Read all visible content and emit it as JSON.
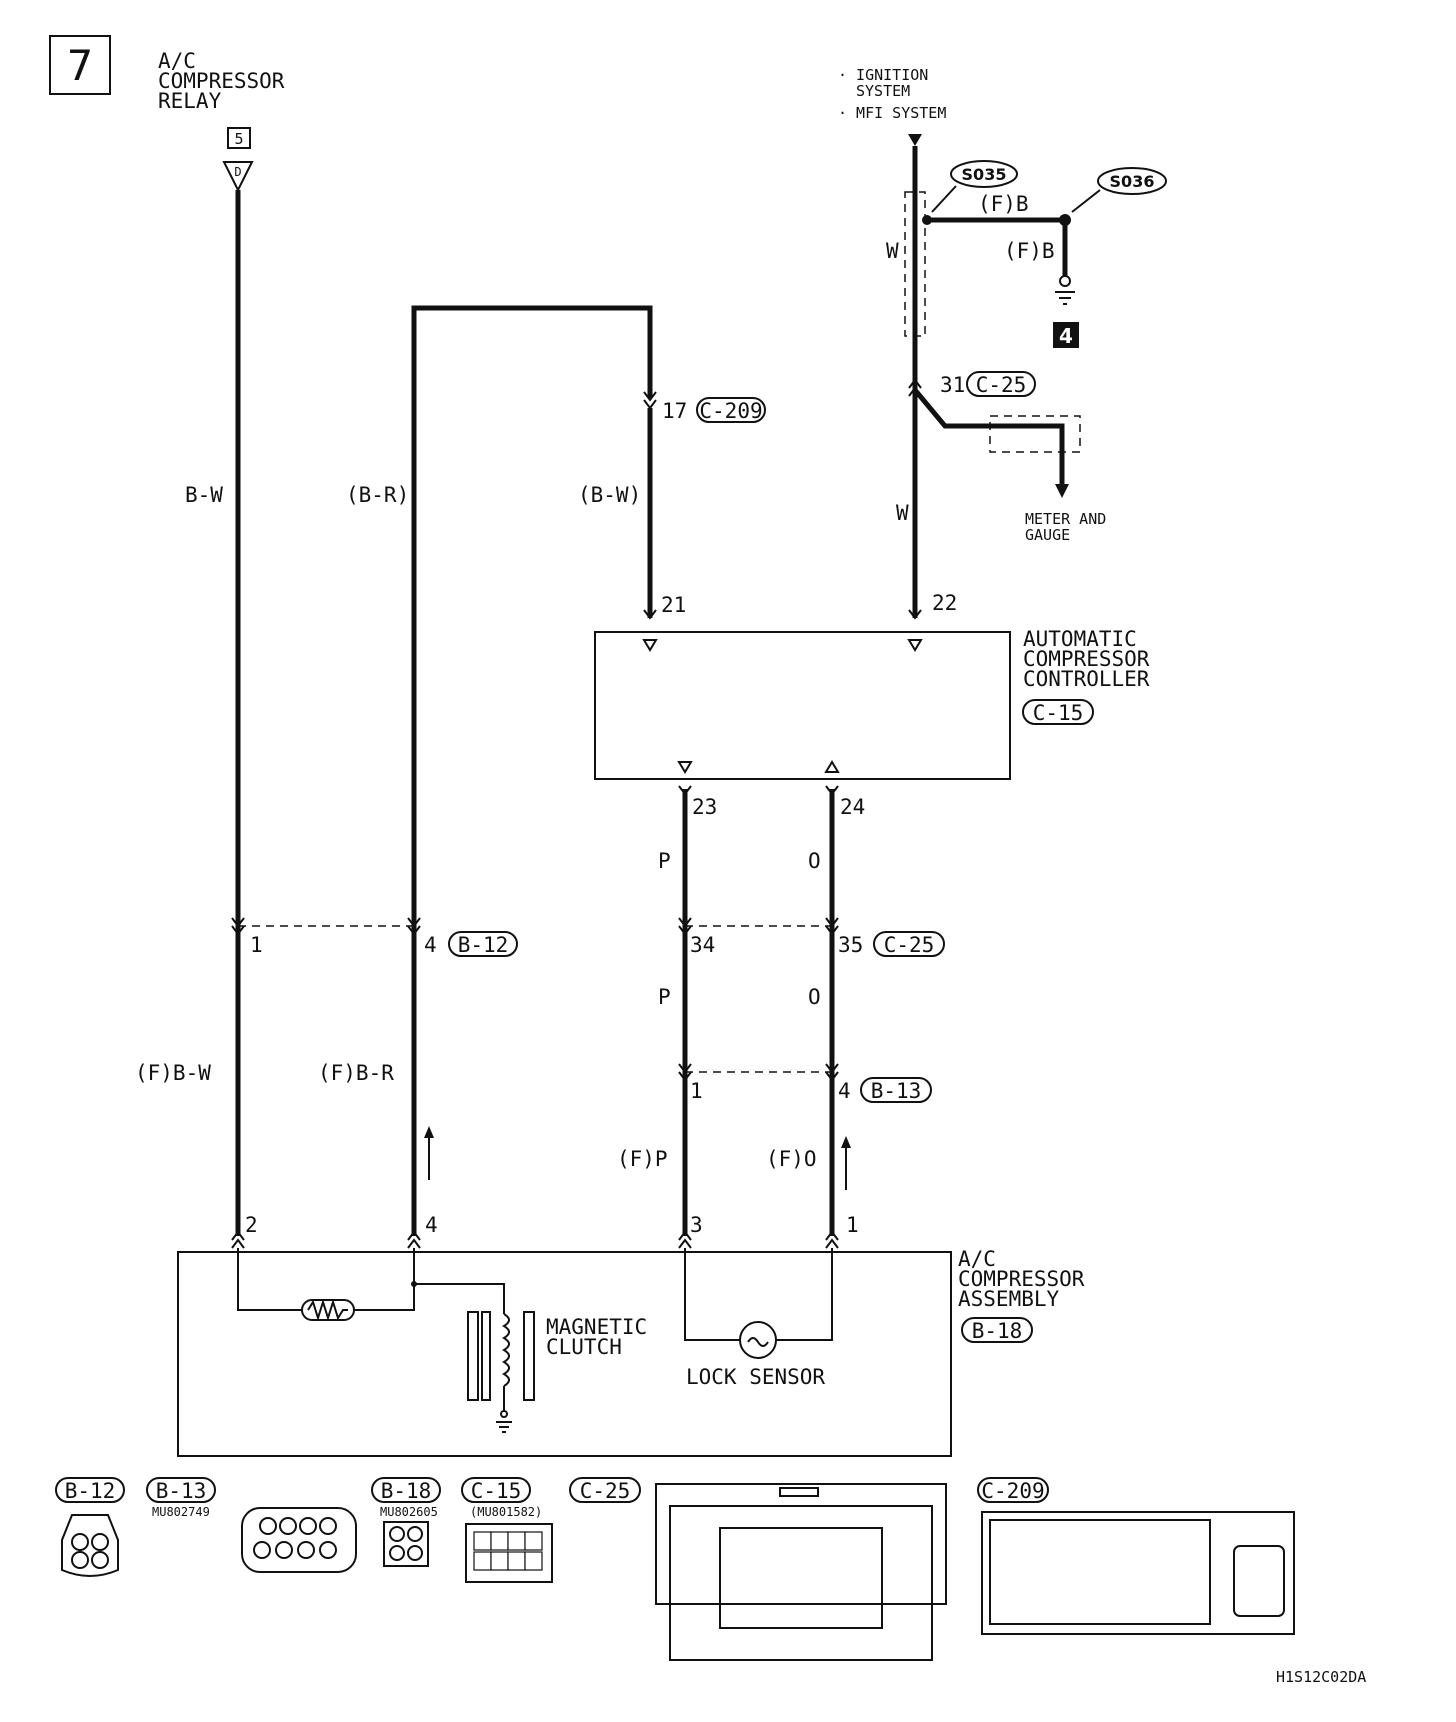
{
  "diagram": {
    "page_number": "7",
    "relay_label": [
      "A/C",
      "COMPRESSOR",
      "RELAY"
    ],
    "relay_ref": "5",
    "relay_pin": "D",
    "ignition_label": [
      "· IGNITION",
      "SYSTEM",
      "· MFI SYSTEM"
    ],
    "splices": {
      "s035": "S035",
      "s036": "S036"
    },
    "ground_ref": "4",
    "meter_label": [
      "METER AND",
      "GAUGE"
    ],
    "controller_label": [
      "AUTOMATIC",
      "COMPRESSOR",
      "CONTROLLER"
    ],
    "compressor_label": [
      "A/C",
      "COMPRESSOR",
      "ASSEMBLY"
    ],
    "magnetic_clutch": [
      "MAGNETIC",
      "CLUTCH"
    ],
    "lock_sensor": "LOCK SENSOR",
    "wires": {
      "bw": "B-W",
      "br_p": "(B-R)",
      "bw_p": "(B-W)",
      "w": "W",
      "fb": "(F)B",
      "p": "P",
      "o": "O",
      "fbw": "(F)B-W",
      "fbr": "(F)B-R",
      "fp": "(F)P",
      "fo": "(F)O"
    },
    "connectors": {
      "c209": "C-209",
      "c25": "C-25",
      "c15": "C-15",
      "b12": "B-12",
      "b13": "B-13",
      "b18": "B-18"
    },
    "pins": {
      "p17": "17",
      "p31": "31",
      "p21": "21",
      "p22": "22",
      "p23": "23",
      "p24": "24",
      "p1": "1",
      "p4": "4",
      "p34": "34",
      "p35": "35",
      "p2": "2",
      "p3": "3"
    },
    "part_numbers": {
      "b13": "MU802749",
      "b18": "MU802605",
      "c15": "(MU801582)"
    },
    "footer_code": "H1S12C02DA"
  }
}
